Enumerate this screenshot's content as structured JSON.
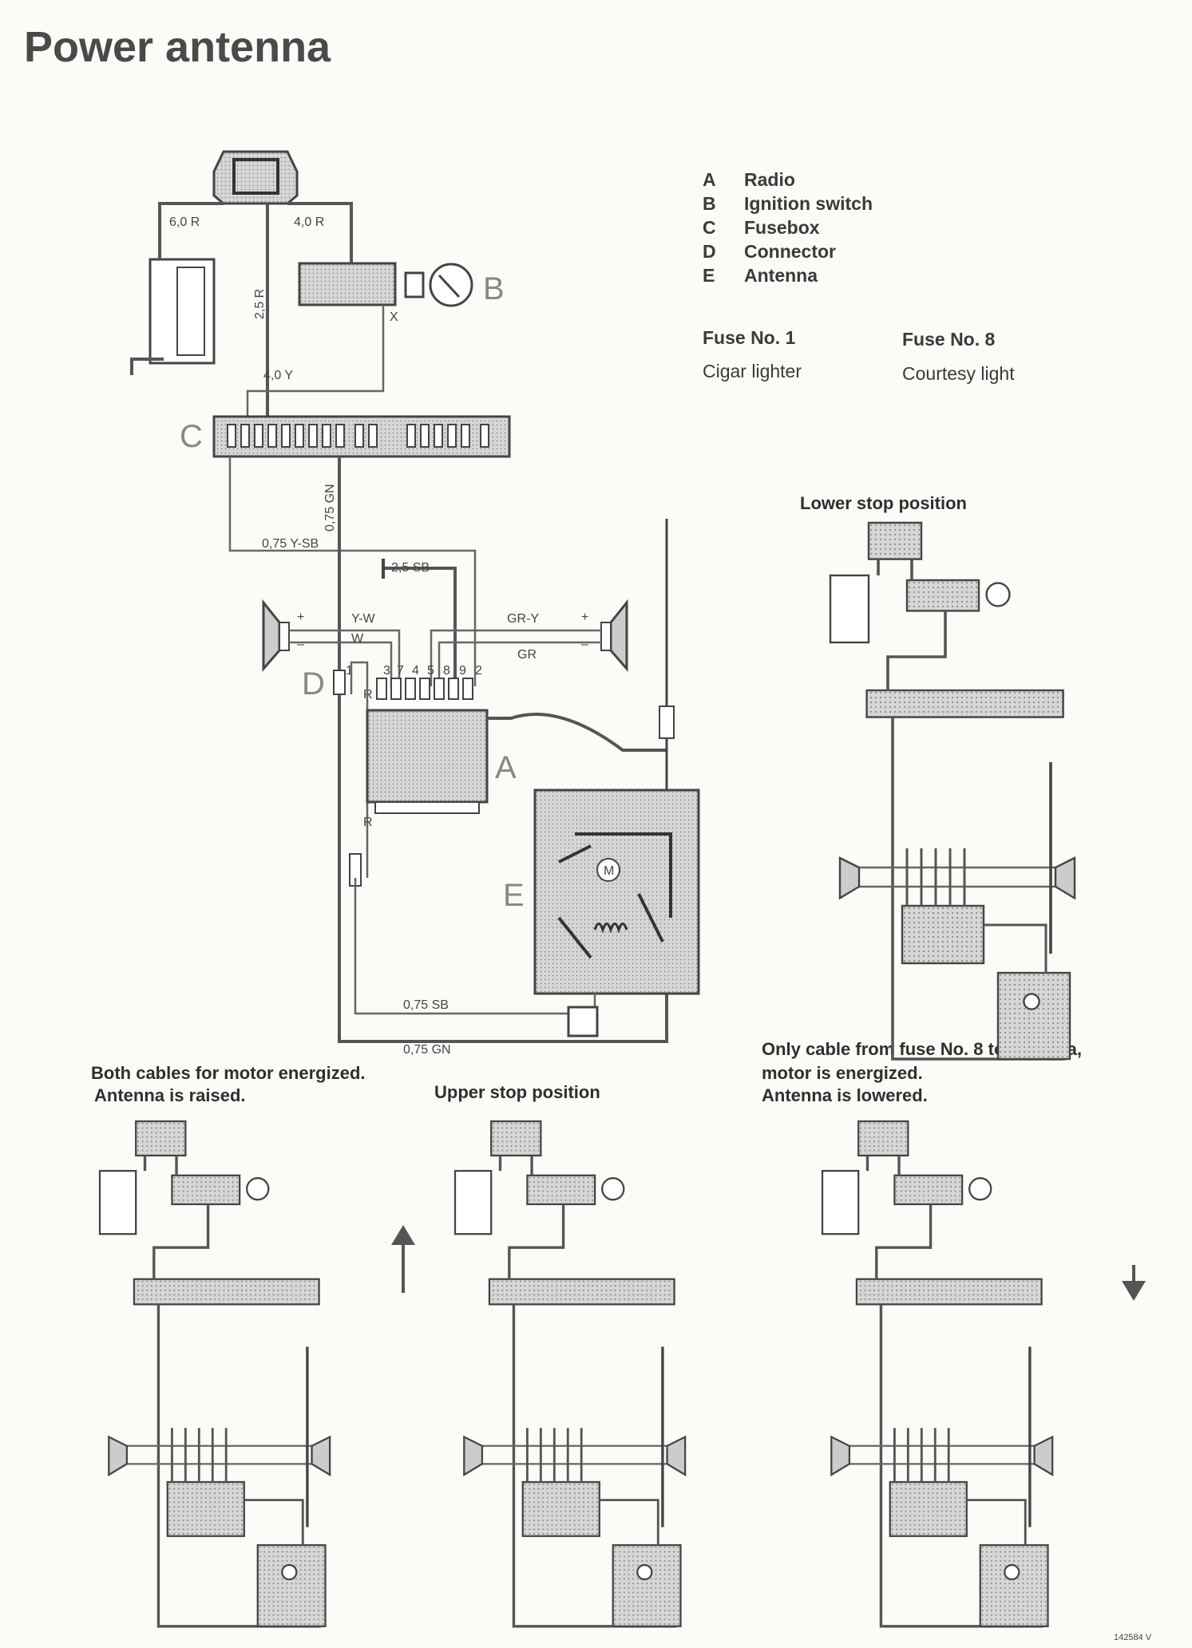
{
  "title": "Power antenna",
  "legend": [
    {
      "key": "A",
      "label": "Radio"
    },
    {
      "key": "B",
      "label": "Ignition switch"
    },
    {
      "key": "C",
      "label": "Fusebox"
    },
    {
      "key": "D",
      "label": "Connector"
    },
    {
      "key": "E",
      "label": "Antenna"
    }
  ],
  "fuses": [
    {
      "name": "Fuse No. 1",
      "desc": "Cigar lighter"
    },
    {
      "name": "Fuse No. 8",
      "desc": "Courtesy light"
    }
  ],
  "components": {
    "A": "A",
    "B": "B",
    "C": "C",
    "D": "D",
    "E": "E"
  },
  "wires": {
    "w60r": "6,0 R",
    "w40r": "4,0 R",
    "w25r": "2,5 R",
    "w40y": "4,0 Y",
    "w075gn_v": "0,75 GN",
    "w075ysb": "0,75 Y-SB",
    "w25sb": "2,5 SB",
    "yw": "Y-W",
    "w": "W",
    "gry": "GR-Y",
    "gr": "GR",
    "r1": "R",
    "r2": "R",
    "w075sb": "0,75 SB",
    "w075gn": "0,75 GN",
    "x": "X"
  },
  "pins": [
    "1",
    "3",
    "7",
    "4",
    "5",
    "8",
    "9",
    "2"
  ],
  "captions": {
    "lower_stop": "Lower stop position",
    "raised_1": "Both cables for motor energized.",
    "raised_2": "Antenna is raised.",
    "upper_stop": "Upper stop position",
    "lowered_1": "Only cable from fuse No. 8 to antenna,",
    "lowered_2": "motor is energized.",
    "lowered_3": "Antenna is lowered."
  },
  "ref_code": "142584 V"
}
